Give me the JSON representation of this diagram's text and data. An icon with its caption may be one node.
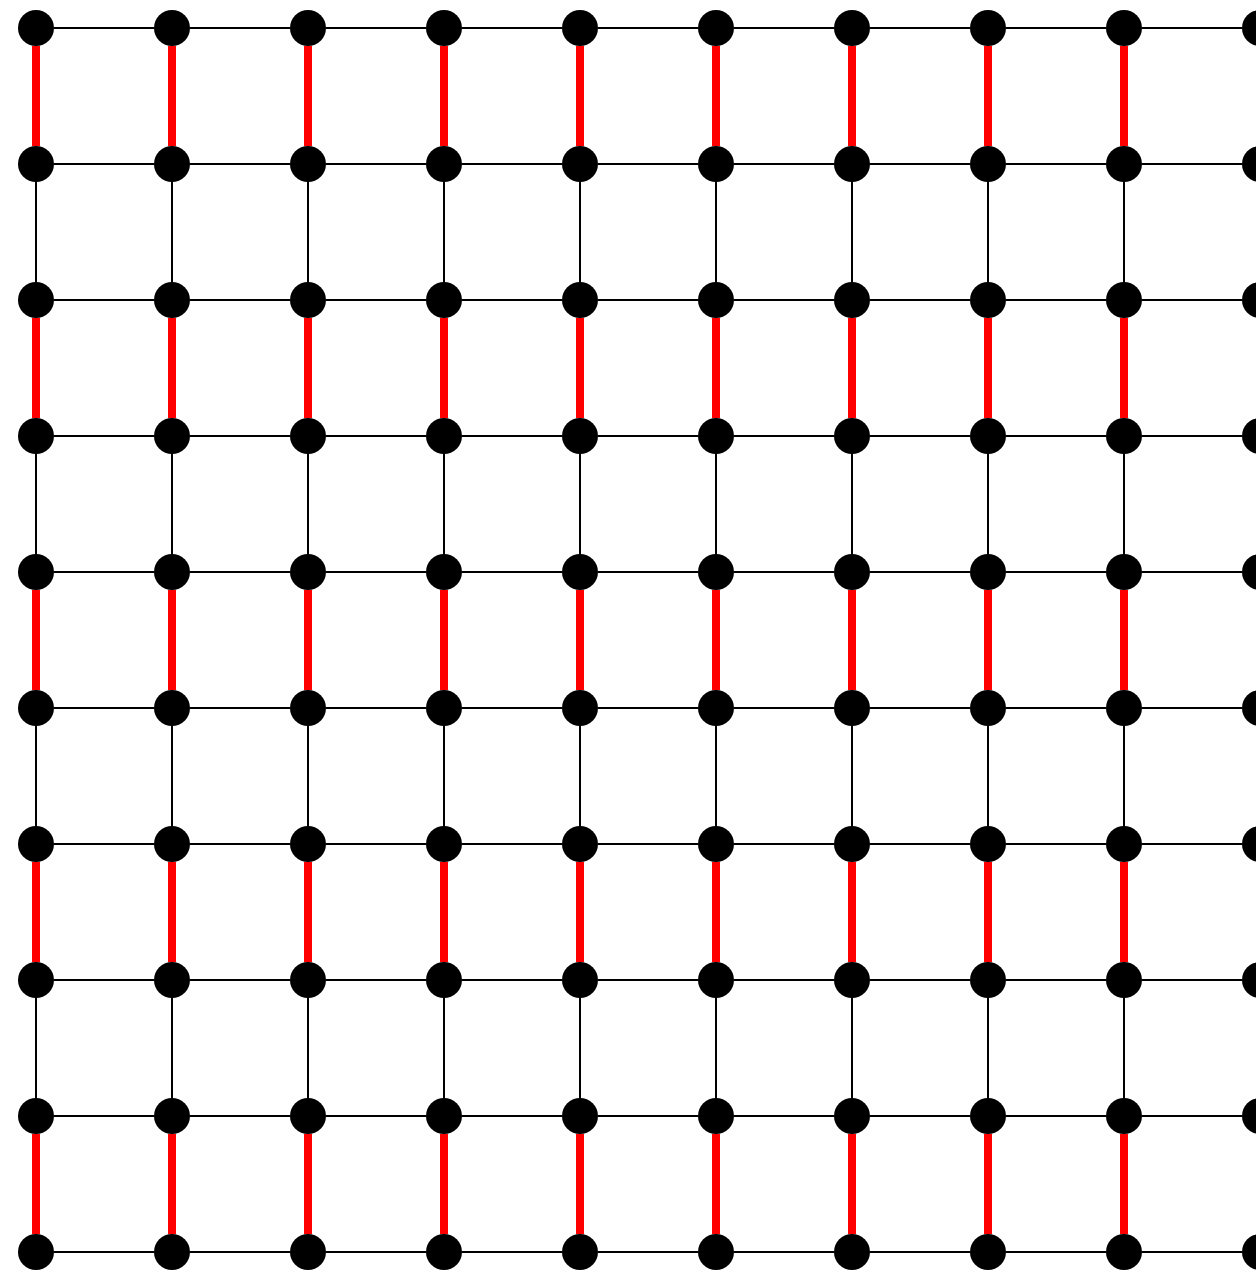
{
  "diagram": {
    "nodes": [
      {
        "text": [],
        "shape": "circle"
      },
      {
        "text": [],
        "shape": "circle"
      },
      {
        "text": [],
        "shape": "circle"
      },
      {
        "text": [],
        "shape": "circle"
      },
      {
        "text": [],
        "shape": "circle"
      },
      {
        "text": [],
        "shape": "circle"
      },
      {
        "text": [],
        "shape": "circle"
      },
      {
        "text": [],
        "shape": "circle"
      },
      {
        "text": [],
        "shape": "circle"
      },
      {
        "text": [],
        "shape": "circle"
      },
      {
        "text": [],
        "shape": "circle"
      },
      {
        "text": [],
        "shape": "circle"
      },
      {
        "text": [],
        "shape": "circle"
      },
      {
        "text": [],
        "shape": "circle"
      },
      {
        "text": [],
        "shape": "circle"
      },
      {
        "text": [],
        "shape": "circle"
      },
      {
        "text": [],
        "shape": "circle"
      },
      {
        "text": [],
        "shape": "circle"
      },
      {
        "text": [],
        "shape": "circle"
      },
      {
        "text": [],
        "shape": "circle"
      },
      {
        "text": [],
        "shape": "circle"
      },
      {
        "text": [],
        "shape": "circle"
      },
      {
        "text": [],
        "shape": "circle"
      },
      {
        "text": [],
        "shape": "circle"
      },
      {
        "text": [],
        "shape": "circle"
      },
      {
        "text": [],
        "shape": "circle"
      },
      {
        "text": [],
        "shape": "circle"
      },
      {
        "text": [],
        "shape": "circle"
      },
      {
        "text": [],
        "shape": "circle"
      },
      {
        "text": [],
        "shape": "circle"
      },
      {
        "text": [],
        "shape": "circle"
      },
      {
        "text": [],
        "shape": "circle"
      },
      {
        "text": [],
        "shape": "circle"
      },
      {
        "text": [],
        "shape": "circle"
      },
      {
        "text": [],
        "shape": "circle"
      },
      {
        "text": [],
        "shape": "circle"
      },
      {
        "text": [],
        "shape": "circle"
      },
      {
        "text": [],
        "shape": "circle"
      },
      {
        "text": [],
        "shape": "circle"
      },
      {
        "text": [],
        "shape": "circle"
      },
      {
        "text": [],
        "shape": "circle"
      },
      {
        "text": [],
        "shape": "circle"
      },
      {
        "text": [],
        "shape": "circle"
      },
      {
        "text": [],
        "shape": "circle"
      },
      {
        "text": [],
        "shape": "circle"
      },
      {
        "text": [],
        "shape": "circle"
      },
      {
        "text": [],
        "shape": "circle"
      },
      {
        "text": [],
        "shape": "circle"
      },
      {
        "text": [],
        "shape": "circle"
      },
      {
        "text": [],
        "shape": "circle"
      },
      {
        "text": [],
        "shape": "circle"
      },
      {
        "text": [],
        "shape": "circle"
      },
      {
        "text": [],
        "shape": "circle"
      },
      {
        "text": [],
        "shape": "circle"
      },
      {
        "text": [],
        "shape": "circle"
      },
      {
        "text": [],
        "shape": "circle"
      },
      {
        "text": [],
        "shape": "circle"
      },
      {
        "text": [],
        "shape": "circle"
      },
      {
        "text": [],
        "shape": "circle"
      },
      {
        "text": [],
        "shape": "circle"
      },
      {
        "text": [],
        "shape": "circle"
      },
      {
        "text": [],
        "shape": "circle"
      },
      {
        "text": [],
        "shape": "circle"
      },
      {
        "text": [],
        "shape": "circle"
      },
      {
        "text": [],
        "shape": "circle"
      },
      {
        "text": [],
        "shape": "circle"
      },
      {
        "text": [],
        "shape": "circle"
      },
      {
        "text": [],
        "shape": "circle"
      },
      {
        "text": [],
        "shape": "circle"
      },
      {
        "text": [],
        "shape": "circle"
      },
      {
        "text": [],
        "shape": "circle"
      },
      {
        "text": [],
        "shape": "circle"
      },
      {
        "text": [],
        "shape": "circle"
      },
      {
        "text": [],
        "shape": "circle"
      },
      {
        "text": [],
        "shape": "circle"
      },
      {
        "text": [],
        "shape": "circle"
      },
      {
        "text": [],
        "shape": "circle"
      },
      {
        "text": [],
        "shape": "circle"
      },
      {
        "text": [],
        "shape": "circle"
      },
      {
        "text": [],
        "shape": "circle"
      },
      {
        "text": [],
        "shape": "circle"
      },
      {
        "text": [],
        "shape": "circle"
      },
      {
        "text": [],
        "shape": "circle"
      },
      {
        "text": [],
        "shape": "circle"
      },
      {
        "text": [],
        "shape": "circle"
      },
      {
        "text": [],
        "shape": "circle"
      },
      {
        "text": [],
        "shape": "circle"
      },
      {
        "text": [],
        "shape": "circle"
      },
      {
        "text": [],
        "shape": "circle"
      },
      {
        "text": [],
        "shape": "circle"
      },
      {
        "text": [],
        "shape": "circle"
      },
      {
        "text": [],
        "shape": "circle"
      },
      {
        "text": [],
        "shape": "circle"
      },
      {
        "text": [],
        "shape": "circle"
      },
      {
        "text": [],
        "shape": "circle"
      },
      {
        "text": [],
        "shape": "circle"
      },
      {
        "text": [],
        "shape": "circle"
      },
      {
        "text": [],
        "shape": "circle"
      },
      {
        "text": [],
        "shape": "circle"
      },
      {
        "text": [],
        "shape": "circle"
      }
    ],
    "edges": [
      {
        "from": 0,
        "to": 1,
        "arrow": "none"
      },
      {
        "from": 1,
        "to": 2,
        "arrow": "none"
      },
      {
        "from": 2,
        "to": 3,
        "arrow": "none"
      },
      {
        "from": 3,
        "to": 4,
        "arrow": "none"
      },
      {
        "from": 4,
        "to": 5,
        "arrow": "none"
      },
      {
        "from": 5,
        "to": 6,
        "arrow": "none"
      },
      {
        "from": 6,
        "to": 7,
        "arrow": "none"
      },
      {
        "from": 7,
        "to": 8,
        "arrow": "none"
      },
      {
        "from": 8,
        "to": 9,
        "arrow": "none"
      },
      {
        "from": 0,
        "to": 10,
        "arrow": "none",
        "style": "thick",
        "color": "#ff0000"
      },
      {
        "from": 1,
        "to": 11,
        "arrow": "none",
        "style": "thick",
        "color": "#ff0000"
      },
      {
        "from": 2,
        "to": 12,
        "arrow": "none",
        "style": "thick",
        "color": "#ff0000"
      },
      {
        "from": 3,
        "to": 13,
        "arrow": "none",
        "style": "thick",
        "color": "#ff0000"
      },
      {
        "from": 4,
        "to": 14,
        "arrow": "none",
        "style": "thick",
        "color": "#ff0000"
      },
      {
        "from": 5,
        "to": 15,
        "arrow": "none",
        "style": "thick",
        "color": "#ff0000"
      },
      {
        "from": 6,
        "to": 16,
        "arrow": "none",
        "style": "thick",
        "color": "#ff0000"
      },
      {
        "from": 7,
        "to": 17,
        "arrow": "none",
        "style": "thick",
        "color": "#ff0000"
      },
      {
        "from": 8,
        "to": 18,
        "arrow": "none",
        "style": "thick",
        "color": "#ff0000"
      },
      {
        "from": 10,
        "to": 11,
        "arrow": "none"
      },
      {
        "from": 11,
        "to": 12,
        "arrow": "none"
      },
      {
        "from": 12,
        "to": 13,
        "arrow": "none"
      },
      {
        "from": 13,
        "to": 14,
        "arrow": "none"
      },
      {
        "from": 14,
        "to": 15,
        "arrow": "none"
      },
      {
        "from": 15,
        "to": 16,
        "arrow": "none"
      },
      {
        "from": 16,
        "to": 17,
        "arrow": "none"
      },
      {
        "from": 17,
        "to": 18,
        "arrow": "none"
      },
      {
        "from": 18,
        "to": 19,
        "arrow": "none"
      },
      {
        "from": 10,
        "to": 20,
        "arrow": "none"
      },
      {
        "from": 11,
        "to": 21,
        "arrow": "none"
      },
      {
        "from": 12,
        "to": 22,
        "arrow": "none"
      },
      {
        "from": 13,
        "to": 23,
        "arrow": "none"
      },
      {
        "from": 14,
        "to": 24,
        "arrow": "none"
      },
      {
        "from": 15,
        "to": 25,
        "arrow": "none"
      },
      {
        "from": 16,
        "to": 26,
        "arrow": "none"
      },
      {
        "from": 17,
        "to": 27,
        "arrow": "none"
      },
      {
        "from": 18,
        "to": 28,
        "arrow": "none"
      },
      {
        "from": 20,
        "to": 21,
        "arrow": "none"
      },
      {
        "from": 21,
        "to": 22,
        "arrow": "none"
      },
      {
        "from": 22,
        "to": 23,
        "arrow": "none"
      },
      {
        "from": 23,
        "to": 24,
        "arrow": "none"
      },
      {
        "from": 24,
        "to": 25,
        "arrow": "none"
      },
      {
        "from": 25,
        "to": 26,
        "arrow": "none"
      },
      {
        "from": 26,
        "to": 27,
        "arrow": "none"
      },
      {
        "from": 27,
        "to": 28,
        "arrow": "none"
      },
      {
        "from": 28,
        "to": 29,
        "arrow": "none"
      },
      {
        "from": 20,
        "to": 30,
        "arrow": "none",
        "style": "thick",
        "color": "#ff0000"
      },
      {
        "from": 21,
        "to": 31,
        "arrow": "none",
        "style": "thick",
        "color": "#ff0000"
      },
      {
        "from": 22,
        "to": 32,
        "arrow": "none",
        "style": "thick",
        "color": "#ff0000"
      },
      {
        "from": 23,
        "to": 33,
        "arrow": "none",
        "style": "thick",
        "color": "#ff0000"
      },
      {
        "from": 24,
        "to": 34,
        "arrow": "none",
        "style": "thick",
        "color": "#ff0000"
      },
      {
        "from": 25,
        "to": 35,
        "arrow": "none",
        "style": "thick",
        "color": "#ff0000"
      },
      {
        "from": 26,
        "to": 36,
        "arrow": "none",
        "style": "thick",
        "color": "#ff0000"
      },
      {
        "from": 27,
        "to": 37,
        "arrow": "none",
        "style": "thick",
        "color": "#ff0000"
      },
      {
        "from": 28,
        "to": 38,
        "arrow": "none",
        "style": "thick",
        "color": "#ff0000"
      },
      {
        "from": 30,
        "to": 31,
        "arrow": "none"
      },
      {
        "from": 31,
        "to": 32,
        "arrow": "none"
      },
      {
        "from": 32,
        "to": 33,
        "arrow": "none"
      },
      {
        "from": 33,
        "to": 34,
        "arrow": "none"
      },
      {
        "from": 34,
        "to": 35,
        "arrow": "none"
      },
      {
        "from": 35,
        "to": 36,
        "arrow": "none"
      },
      {
        "from": 36,
        "to": 37,
        "arrow": "none"
      },
      {
        "from": 37,
        "to": 38,
        "arrow": "none"
      },
      {
        "from": 38,
        "to": 39,
        "arrow": "none"
      },
      {
        "from": 30,
        "to": 40,
        "arrow": "none"
      },
      {
        "from": 31,
        "to": 41,
        "arrow": "none"
      },
      {
        "from": 32,
        "to": 42,
        "arrow": "none"
      },
      {
        "from": 33,
        "to": 43,
        "arrow": "none"
      },
      {
        "from": 34,
        "to": 44,
        "arrow": "none"
      },
      {
        "from": 35,
        "to": 45,
        "arrow": "none"
      },
      {
        "from": 36,
        "to": 46,
        "arrow": "none"
      },
      {
        "from": 37,
        "to": 47,
        "arrow": "none"
      },
      {
        "from": 38,
        "to": 48,
        "arrow": "none"
      },
      {
        "from": 40,
        "to": 41,
        "arrow": "none"
      },
      {
        "from": 41,
        "to": 42,
        "arrow": "none"
      },
      {
        "from": 42,
        "to": 43,
        "arrow": "none"
      },
      {
        "from": 43,
        "to": 44,
        "arrow": "none"
      },
      {
        "from": 44,
        "to": 45,
        "arrow": "none"
      },
      {
        "from": 45,
        "to": 46,
        "arrow": "none"
      },
      {
        "from": 46,
        "to": 47,
        "arrow": "none"
      },
      {
        "from": 47,
        "to": 48,
        "arrow": "none"
      },
      {
        "from": 48,
        "to": 49,
        "arrow": "none"
      },
      {
        "from": 40,
        "to": 50,
        "arrow": "none",
        "style": "thick",
        "color": "#ff0000"
      },
      {
        "from": 41,
        "to": 51,
        "arrow": "none",
        "style": "thick",
        "color": "#ff0000"
      },
      {
        "from": 42,
        "to": 52,
        "arrow": "none",
        "style": "thick",
        "color": "#ff0000"
      },
      {
        "from": 43,
        "to": 53,
        "arrow": "none",
        "style": "thick",
        "color": "#ff0000"
      },
      {
        "from": 44,
        "to": 54,
        "arrow": "none",
        "style": "thick",
        "color": "#ff0000"
      },
      {
        "from": 45,
        "to": 55,
        "arrow": "none",
        "style": "thick",
        "color": "#ff0000"
      },
      {
        "from": 46,
        "to": 56,
        "arrow": "none",
        "style": "thick",
        "color": "#ff0000"
      },
      {
        "from": 47,
        "to": 57,
        "arrow": "none",
        "style": "thick",
        "color": "#ff0000"
      },
      {
        "from": 48,
        "to": 58,
        "arrow": "none",
        "style": "thick",
        "color": "#ff0000"
      },
      {
        "from": 50,
        "to": 51,
        "arrow": "none"
      },
      {
        "from": 51,
        "to": 52,
        "arrow": "none"
      },
      {
        "from": 52,
        "to": 53,
        "arrow": "none"
      },
      {
        "from": 53,
        "to": 54,
        "arrow": "none"
      },
      {
        "from": 54,
        "to": 55,
        "arrow": "none"
      },
      {
        "from": 55,
        "to": 56,
        "arrow": "none"
      },
      {
        "from": 56,
        "to": 57,
        "arrow": "none"
      },
      {
        "from": 57,
        "to": 58,
        "arrow": "none"
      },
      {
        "from": 58,
        "to": 59,
        "arrow": "none"
      },
      {
        "from": 50,
        "to": 60,
        "arrow": "none"
      },
      {
        "from": 51,
        "to": 61,
        "arrow": "none"
      },
      {
        "from": 52,
        "to": 62,
        "arrow": "none"
      },
      {
        "from": 53,
        "to": 63,
        "arrow": "none"
      },
      {
        "from": 54,
        "to": 64,
        "arrow": "none"
      },
      {
        "from": 55,
        "to": 65,
        "arrow": "none"
      },
      {
        "from": 56,
        "to": 66,
        "arrow": "none"
      },
      {
        "from": 57,
        "to": 67,
        "arrow": "none"
      },
      {
        "from": 58,
        "to": 68,
        "arrow": "none"
      },
      {
        "from": 60,
        "to": 61,
        "arrow": "none"
      },
      {
        "from": 61,
        "to": 62,
        "arrow": "none"
      },
      {
        "from": 62,
        "to": 63,
        "arrow": "none"
      },
      {
        "from": 63,
        "to": 64,
        "arrow": "none"
      },
      {
        "from": 64,
        "to": 65,
        "arrow": "none"
      },
      {
        "from": 65,
        "to": 66,
        "arrow": "none"
      },
      {
        "from": 66,
        "to": 67,
        "arrow": "none"
      },
      {
        "from": 67,
        "to": 68,
        "arrow": "none"
      },
      {
        "from": 68,
        "to": 69,
        "arrow": "none"
      },
      {
        "from": 60,
        "to": 70,
        "arrow": "none",
        "style": "thick",
        "color": "#ff0000"
      },
      {
        "from": 61,
        "to": 71,
        "arrow": "none",
        "style": "thick",
        "color": "#ff0000"
      },
      {
        "from": 62,
        "to": 72,
        "arrow": "none",
        "style": "thick",
        "color": "#ff0000"
      },
      {
        "from": 63,
        "to": 73,
        "arrow": "none",
        "style": "thick",
        "color": "#ff0000"
      },
      {
        "from": 64,
        "to": 74,
        "arrow": "none",
        "style": "thick",
        "color": "#ff0000"
      },
      {
        "from": 65,
        "to": 75,
        "arrow": "none",
        "style": "thick",
        "color": "#ff0000"
      },
      {
        "from": 66,
        "to": 76,
        "arrow": "none",
        "style": "thick",
        "color": "#ff0000"
      },
      {
        "from": 67,
        "to": 77,
        "arrow": "none",
        "style": "thick",
        "color": "#ff0000"
      },
      {
        "from": 68,
        "to": 78,
        "arrow": "none",
        "style": "thick",
        "color": "#ff0000"
      },
      {
        "from": 70,
        "to": 71,
        "arrow": "none"
      },
      {
        "from": 71,
        "to": 72,
        "arrow": "none"
      },
      {
        "from": 72,
        "to": 73,
        "arrow": "none"
      },
      {
        "from": 73,
        "to": 74,
        "arrow": "none"
      },
      {
        "from": 74,
        "to": 75,
        "arrow": "none"
      },
      {
        "from": 75,
        "to": 76,
        "arrow": "none"
      },
      {
        "from": 76,
        "to": 77,
        "arrow": "none"
      },
      {
        "from": 77,
        "to": 78,
        "arrow": "none"
      },
      {
        "from": 78,
        "to": 79,
        "arrow": "none"
      },
      {
        "from": 70,
        "to": 80,
        "arrow": "none"
      },
      {
        "from": 71,
        "to": 81,
        "arrow": "none"
      },
      {
        "from": 72,
        "to": 82,
        "arrow": "none"
      },
      {
        "from": 73,
        "to": 83,
        "arrow": "none"
      },
      {
        "from": 74,
        "to": 84,
        "arrow": "none"
      },
      {
        "from": 75,
        "to": 85,
        "arrow": "none"
      },
      {
        "from": 76,
        "to": 86,
        "arrow": "none"
      },
      {
        "from": 77,
        "to": 87,
        "arrow": "none"
      },
      {
        "from": 78,
        "to": 88,
        "arrow": "none"
      },
      {
        "from": 80,
        "to": 81,
        "arrow": "none"
      },
      {
        "from": 81,
        "to": 82,
        "arrow": "none"
      },
      {
        "from": 82,
        "to": 83,
        "arrow": "none"
      },
      {
        "from": 83,
        "to": 84,
        "arrow": "none"
      },
      {
        "from": 84,
        "to": 85,
        "arrow": "none"
      },
      {
        "from": 85,
        "to": 86,
        "arrow": "none"
      },
      {
        "from": 86,
        "to": 87,
        "arrow": "none"
      },
      {
        "from": 87,
        "to": 88,
        "arrow": "none"
      },
      {
        "from": 88,
        "to": 89,
        "arrow": "none"
      },
      {
        "from": 80,
        "to": 90,
        "arrow": "none",
        "style": "thick",
        "color": "#ff0000"
      },
      {
        "from": 81,
        "to": 91,
        "arrow": "none",
        "style": "thick",
        "color": "#ff0000"
      },
      {
        "from": 82,
        "to": 92,
        "arrow": "none",
        "style": "thick",
        "color": "#ff0000"
      },
      {
        "from": 83,
        "to": 93,
        "arrow": "none",
        "style": "thick",
        "color": "#ff0000"
      },
      {
        "from": 84,
        "to": 94,
        "arrow": "none",
        "style": "thick",
        "color": "#ff0000"
      },
      {
        "from": 85,
        "to": 95,
        "arrow": "none",
        "style": "thick",
        "color": "#ff0000"
      },
      {
        "from": 86,
        "to": 96,
        "arrow": "none",
        "style": "thick",
        "color": "#ff0000"
      },
      {
        "from": 87,
        "to": 97,
        "arrow": "none",
        "style": "thick",
        "color": "#ff0000"
      },
      {
        "from": 88,
        "to": 98,
        "arrow": "none",
        "style": "thick",
        "color": "#ff0000"
      },
      {
        "from": 90,
        "to": 91,
        "arrow": "none"
      },
      {
        "from": 91,
        "to": 92,
        "arrow": "none"
      },
      {
        "from": 92,
        "to": 93,
        "arrow": "none"
      },
      {
        "from": 93,
        "to": 94,
        "arrow": "none"
      },
      {
        "from": 94,
        "to": 95,
        "arrow": "none"
      },
      {
        "from": 95,
        "to": 96,
        "arrow": "none"
      },
      {
        "from": 96,
        "to": 97,
        "arrow": "none"
      },
      {
        "from": 97,
        "to": 98,
        "arrow": "none"
      },
      {
        "from": 98,
        "to": 99,
        "arrow": "none"
      }
    ]
  }
}
